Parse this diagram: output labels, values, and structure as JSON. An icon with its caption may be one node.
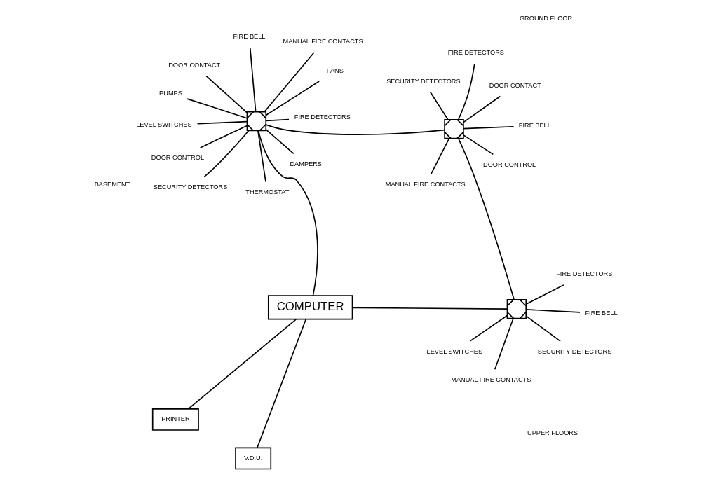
{
  "diagram": {
    "nodes": [
      {
        "text": [
          "PRINTER"
        ]
      },
      {
        "text": [
          "COMPUTER"
        ]
      },
      {
        "text": [
          "V.D.U."
        ]
      },
      {
        "text": [],
        "shape": "box"
      },
      {
        "text": [],
        "shape": "box"
      },
      {
        "text": [],
        "shape": "box"
      },
      {
        "text": [
          "LEVEL SWITCHES"
        ]
      },
      {
        "text": [
          "FIRE DETECTORS"
        ]
      },
      {
        "text": [
          "MANUAL FIRE CONTACTS"
        ]
      },
      {
        "text": [
          "FIRE BELL"
        ]
      },
      {
        "text": [
          "SECURITY DETECTORS"
        ]
      },
      {
        "text": [
          "LEVEL SWITCHES"
        ]
      },
      {
        "text": [
          "FIRE DETECTORS"
        ]
      },
      {
        "text": [
          "FANS"
        ]
      },
      {
        "text": [
          "MANUAL FIRE CONTACTS"
        ]
      },
      {
        "text": [
          "THERMOSTAT"
        ]
      },
      {
        "text": [
          "DAMPERS"
        ]
      },
      {
        "text": [
          "FIRE BELL"
        ]
      },
      {
        "text": [
          "PUMPS"
        ]
      },
      {
        "text": [
          "DOOR CONTACT"
        ]
      },
      {
        "text": [
          "DOOR CONTROL"
        ]
      },
      {
        "text": [
          "SECURITY DETECTORS"
        ]
      },
      {
        "text": [
          "FIRE BELL"
        ]
      },
      {
        "text": [
          "DOOR CONTACT"
        ]
      },
      {
        "text": [
          "FIRE DETECTORS"
        ]
      },
      {
        "text": [
          "MANUAL FIRE CONTACTS"
        ]
      },
      {
        "text": [
          "DOOR CONTROL"
        ]
      },
      {
        "text": [
          "SECURITY DETECTORS"
        ]
      }
    ],
    "edges": [
      {
        "from": 0,
        "to": 1,
        "arrow": "none"
      },
      {
        "from": 1,
        "to": 2,
        "arrow": "none"
      },
      {
        "from": 1,
        "to": 3,
        "arrow": "none"
      },
      {
        "from": 1,
        "to": 4,
        "arrow": "none"
      },
      {
        "from": 3,
        "to": 5,
        "arrow": "none"
      },
      {
        "from": 4,
        "to": 5,
        "arrow": "none"
      },
      {
        "from": 6,
        "to": 3,
        "arrow": "none"
      },
      {
        "from": 7,
        "to": 3,
        "arrow": "none"
      },
      {
        "from": 8,
        "to": 3,
        "arrow": "none"
      },
      {
        "from": 9,
        "to": 3,
        "arrow": "none"
      },
      {
        "from": 10,
        "to": 3,
        "arrow": "none"
      },
      {
        "from": 11,
        "to": 4,
        "arrow": "none"
      },
      {
        "from": 12,
        "to": 4,
        "arrow": "none"
      },
      {
        "from": 13,
        "to": 4,
        "arrow": "none"
      },
      {
        "from": 14,
        "to": 4,
        "arrow": "none"
      },
      {
        "from": 15,
        "to": 4,
        "arrow": "none"
      },
      {
        "from": 16,
        "to": 4,
        "arrow": "none"
      },
      {
        "from": 17,
        "to": 4,
        "arrow": "none"
      },
      {
        "from": 18,
        "to": 4,
        "arrow": "none"
      },
      {
        "from": 19,
        "to": 4,
        "arrow": "none"
      },
      {
        "from": 20,
        "to": 4,
        "arrow": "none"
      },
      {
        "from": 21,
        "to": 4,
        "arrow": "none"
      },
      {
        "from": 22,
        "to": 5,
        "arrow": "none"
      },
      {
        "from": 23,
        "to": 5,
        "arrow": "none"
      },
      {
        "from": 24,
        "to": 5,
        "arrow": "none"
      },
      {
        "from": 25,
        "to": 5,
        "arrow": "none"
      },
      {
        "from": 26,
        "to": 5,
        "arrow": "none"
      },
      {
        "from": 27,
        "to": 5,
        "arrow": "none"
      }
    ],
    "labels": [
      "UPPER FLOORS",
      "BASEMENT",
      "GROUND FLOOR"
    ]
  }
}
